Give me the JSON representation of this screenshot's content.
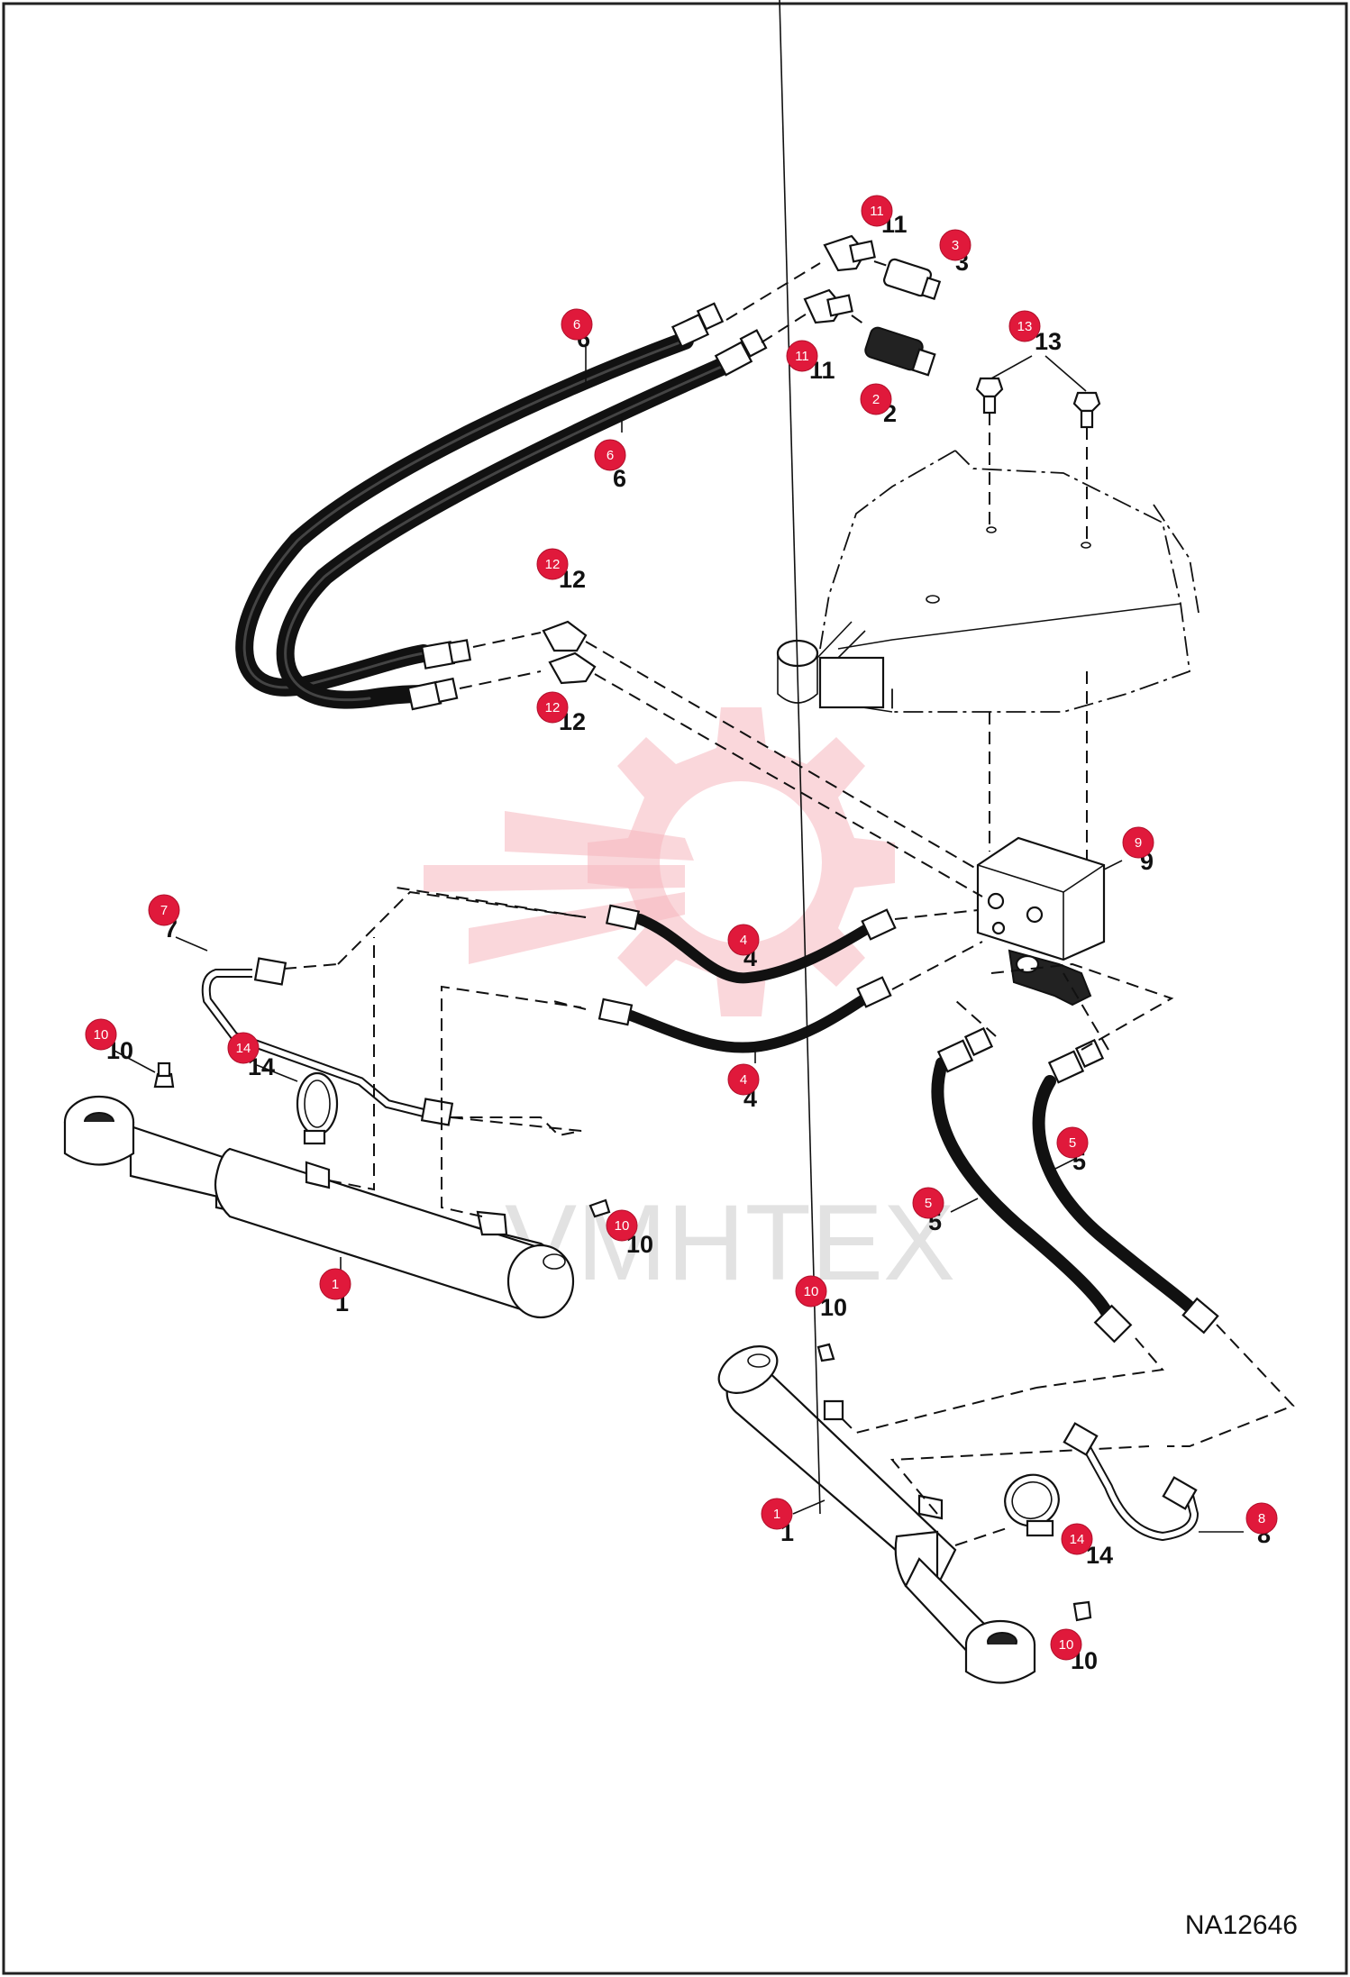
{
  "figure_id": "NA12646",
  "watermark_text": "VMHTEX",
  "colors": {
    "callout": "#e0193b",
    "watermark": "#f6b7bd"
  },
  "callouts": [
    {
      "num": "11"
    },
    {
      "num": "3"
    },
    {
      "num": "6"
    },
    {
      "num": "11"
    },
    {
      "num": "2"
    },
    {
      "num": "13"
    },
    {
      "num": "6"
    },
    {
      "num": "12"
    },
    {
      "num": "12"
    },
    {
      "num": "9"
    },
    {
      "num": "7"
    },
    {
      "num": "4"
    },
    {
      "num": "4"
    },
    {
      "num": "10"
    },
    {
      "num": "14"
    },
    {
      "num": "5"
    },
    {
      "num": "5"
    },
    {
      "num": "10"
    },
    {
      "num": "1"
    },
    {
      "num": "10"
    },
    {
      "num": "1"
    },
    {
      "num": "8"
    },
    {
      "num": "14"
    },
    {
      "num": "10"
    }
  ]
}
